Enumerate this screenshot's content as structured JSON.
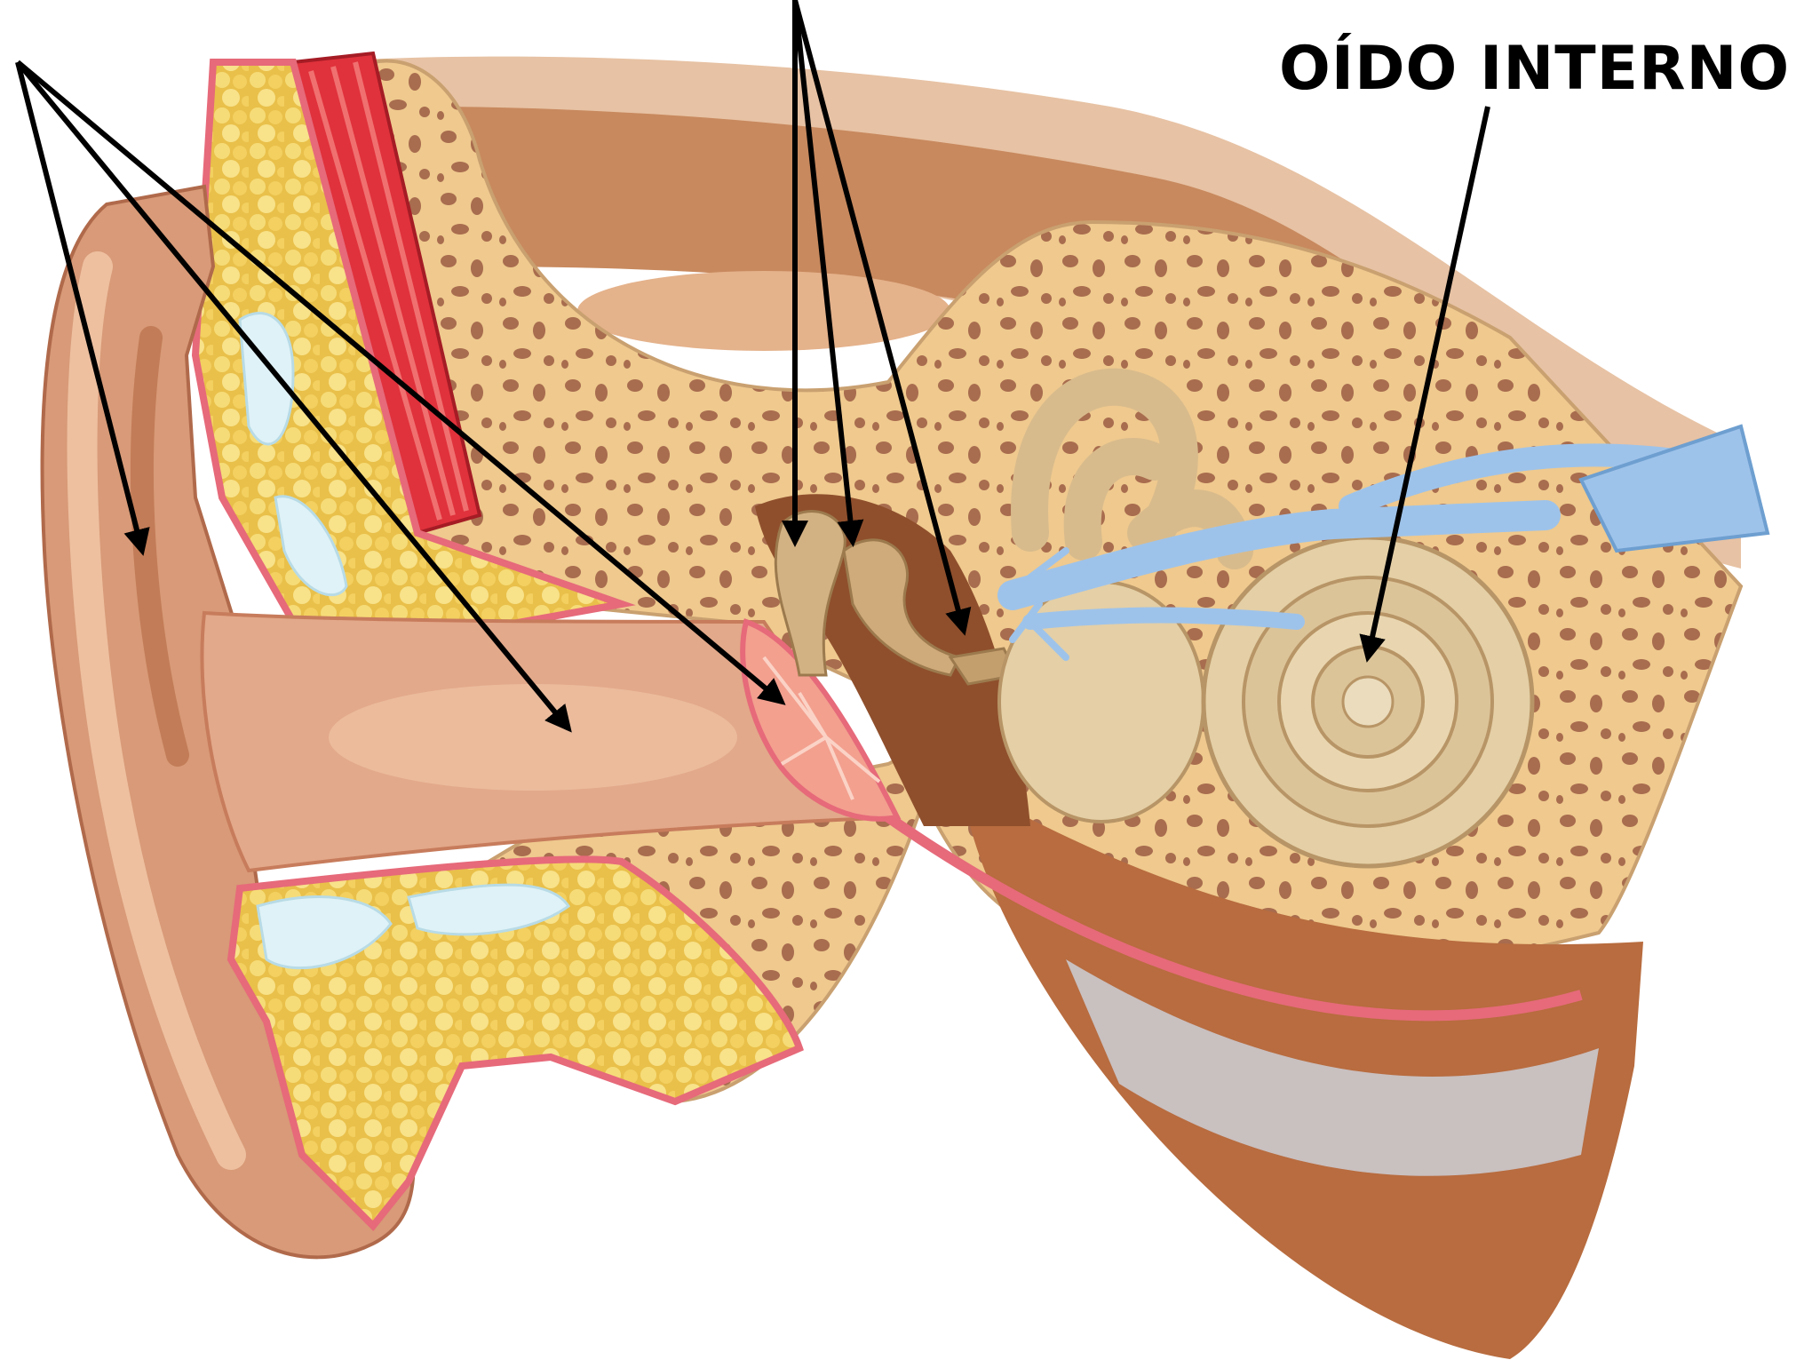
{
  "labels": {
    "inner_ear": "OÍDO INTERNO"
  },
  "colors": {
    "background": "#ffffff",
    "skin": "#d89a78",
    "skin_dark": "#b96f4f",
    "skin_light": "#eec0a0",
    "fat": "#f3d86a",
    "fat_light": "#fbeaa0",
    "bone": "#efc98e",
    "bone_pore": "#a86c4e",
    "muscle": "#e0323c",
    "membrane": "#e66a7a",
    "cochlea": "#e4cfa6",
    "nerve": "#9ec3ea",
    "cartilage": "#dff2f7",
    "arrow": "#000000"
  },
  "icons": {
    "outer_ear": "ear-pinna",
    "canal": "ear-canal",
    "eardrum": "tympanic-membrane",
    "ossicles": "ossicles",
    "cochlea": "cochlea-spiral",
    "nerve": "auditory-nerve"
  }
}
